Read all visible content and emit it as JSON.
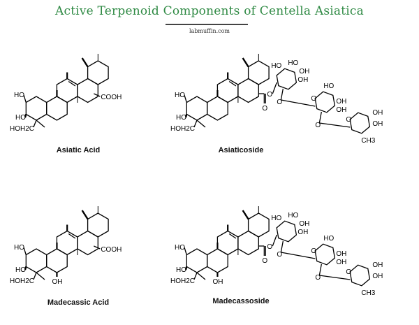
{
  "title": "Active Terpenoid Components of Centella Asiatica",
  "site": "labmuffin.com",
  "molecules": [
    {
      "name": "Asiatic Acid",
      "labels": [
        "HO",
        "HO",
        "HOH2C",
        "COOH"
      ]
    },
    {
      "name": "Asiaticoside",
      "labels": [
        "HO",
        "HO",
        "HOH2C",
        "O",
        "O",
        "HO",
        "HO",
        "OH",
        "OH",
        "O",
        "O",
        "HO",
        "OH",
        "OH",
        "O",
        "O",
        "OH",
        "OH",
        "CH3"
      ]
    },
    {
      "name": "Madecassic Acid",
      "labels": [
        "HO",
        "HO",
        "HOH2C",
        "COOH",
        "OH"
      ]
    },
    {
      "name": "Madecassoside",
      "labels": [
        "HO",
        "HO",
        "HOH2C",
        "OH",
        "O",
        "O",
        "HO",
        "HO",
        "OH",
        "OH",
        "O",
        "O",
        "HO",
        "OH",
        "OH",
        "O",
        "O",
        "OH",
        "OH",
        "CH3"
      ]
    }
  ]
}
